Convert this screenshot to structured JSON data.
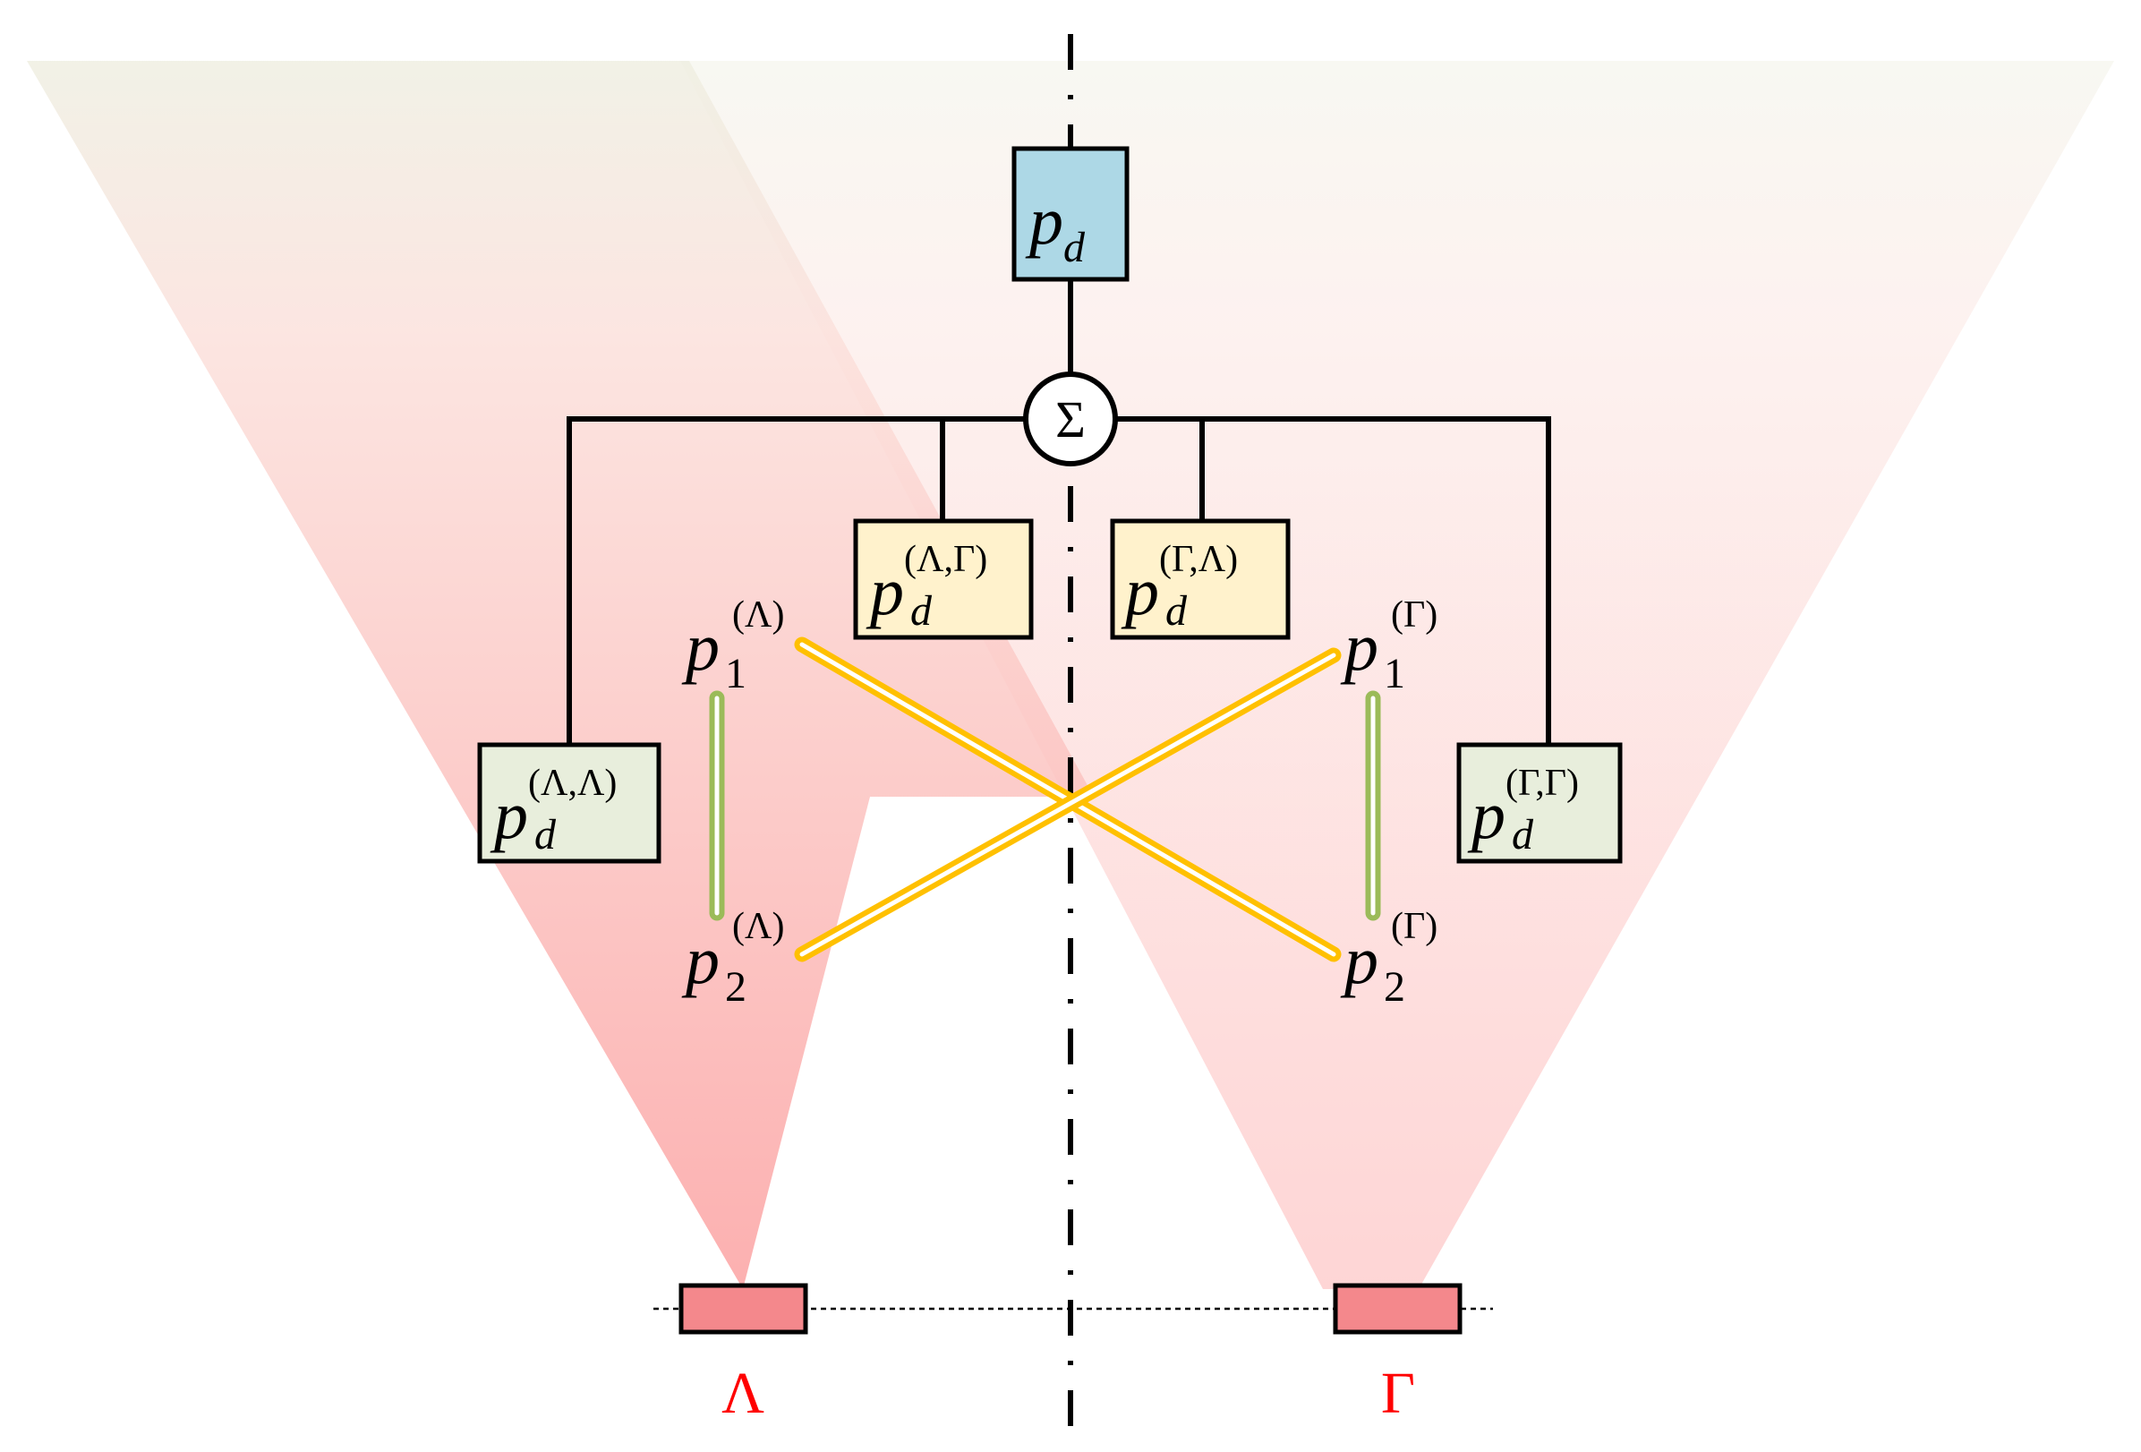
{
  "colors": {
    "beam_bottom": "#fca2a2",
    "beam_top": "#efefe2",
    "pd_box": "#add8e6",
    "cross_box": "#fff2cc",
    "self_box": "#e8eedc",
    "element_box": "#f4888c",
    "cross_link": "#ffc000",
    "self_link": "#9bbb59",
    "label_red": "#ff0000",
    "stroke": "#000000"
  },
  "total": {
    "p": "p",
    "sub": "d"
  },
  "sum_symbol": "Σ",
  "components": {
    "ll": {
      "p": "p",
      "sub": "d",
      "sup": "(Λ,Λ)"
    },
    "lg": {
      "p": "p",
      "sub": "d",
      "sup": "(Λ,Γ)"
    },
    "gl": {
      "p": "p",
      "sub": "d",
      "sup": "(Γ,Λ)"
    },
    "gg": {
      "p": "p",
      "sub": "d",
      "sup": "(Γ,Γ)"
    }
  },
  "points": {
    "l1": {
      "p": "p",
      "sub": "1",
      "sup": "(Λ)"
    },
    "l2": {
      "p": "p",
      "sub": "2",
      "sup": "(Λ)"
    },
    "g1": {
      "p": "p",
      "sub": "1",
      "sup": "(Γ)"
    },
    "g2": {
      "p": "p",
      "sub": "2",
      "sup": "(Γ)"
    }
  },
  "elements": {
    "lambda": "Λ",
    "gamma": "Γ"
  }
}
